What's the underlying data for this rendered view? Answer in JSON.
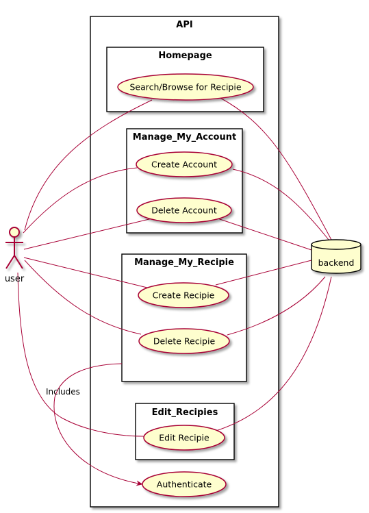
{
  "diagram": {
    "system": {
      "title": "API"
    },
    "packages": {
      "homepage": "Homepage",
      "manage_account": "Manage_My_Account",
      "manage_recipie": "Manage_My_Recipie",
      "edit_recipies": "Edit_Recipies"
    },
    "use_cases": {
      "search": "Search/Browse for Recipie",
      "create_account": "Create Account",
      "delete_account": "Delete Account",
      "create_recipie": "Create Recipie",
      "delete_recipie": "Delete Recipie",
      "edit_recipie": "Edit Recipie",
      "authenticate": "Authenticate"
    },
    "actors": {
      "user": "user"
    },
    "databases": {
      "backend": "backend"
    },
    "relations": {
      "includes_label": "Includes"
    },
    "colors": {
      "use_case_fill": "#FEFECE",
      "line": "#A80036",
      "border": "#000000"
    }
  }
}
